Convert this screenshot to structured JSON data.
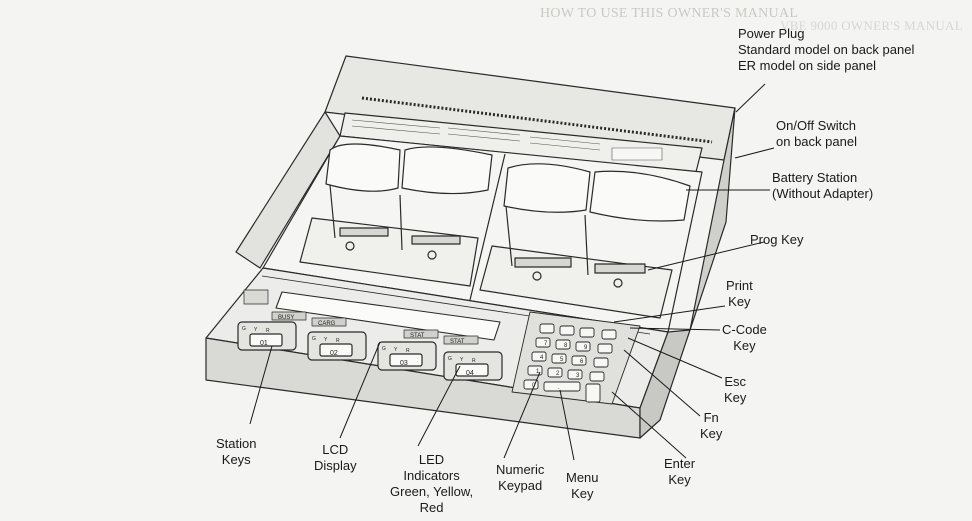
{
  "background_text": {
    "header": "HOW TO USE THIS OWNER'S MANUAL",
    "header_right": "VBE 9000 OWNER'S MANUAL"
  },
  "labels": {
    "power_plug": [
      "Power Plug",
      "Standard model on back panel",
      "ER model on side panel"
    ],
    "on_off_switch": [
      "On/Off Switch",
      "on back panel"
    ],
    "battery_station": [
      "Battery Station",
      "(Without Adapter)"
    ],
    "prog_key": [
      "Prog Key"
    ],
    "print_key": [
      "Print",
      "Key"
    ],
    "ccode_key": [
      "C-Code",
      "Key"
    ],
    "esc_key": [
      "Esc",
      "Key"
    ],
    "fn_key": [
      "Fn",
      "Key"
    ],
    "enter_key": [
      "Enter",
      "Key"
    ],
    "menu_key": [
      "Menu",
      "Key"
    ],
    "numeric_keypad": [
      "Numeric",
      "Keypad"
    ],
    "led_indicators": [
      "LED",
      "Indicators",
      "Green, Yellow,",
      "Red"
    ],
    "lcd_display": [
      "LCD",
      "Display"
    ],
    "station_keys": [
      "Station",
      "Keys"
    ]
  },
  "device": {
    "station_key_labels": [
      "01",
      "02",
      "03",
      "04"
    ],
    "led_labels": [
      "G",
      "Y",
      "R"
    ],
    "display_tabs": [
      "BUSY",
      "CARG",
      "STAT",
      "STAT"
    ],
    "keypad_keys": [
      "7",
      "8",
      "9",
      "4",
      "5",
      "6",
      "1",
      "2",
      "3",
      "0",
      "."
    ]
  }
}
